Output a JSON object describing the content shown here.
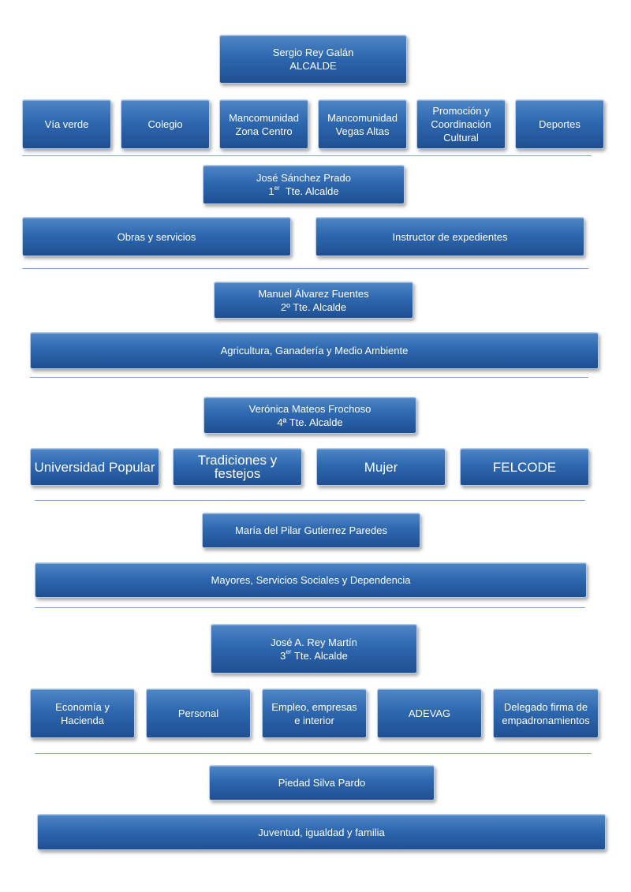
{
  "sections": [
    {
      "head": [
        "Sergio Rey Galán",
        "ALCALDE"
      ],
      "items": [
        "Vía verde",
        "Colegio",
        "Mancomunidad Zona Centro",
        "Mancomunidad Vegas Altas",
        "Promoción y Coordinación Cultural",
        "Deportes"
      ]
    },
    {
      "head": [
        "José Sánchez Prado",
        "1",
        "er",
        "Tte. Alcalde"
      ],
      "items": [
        "Obras y servicios",
        "Instructor de expedientes"
      ]
    },
    {
      "head": [
        "Manuel Álvarez Fuentes",
        "2º Tte. Alcalde"
      ],
      "items": [
        "Agricultura, Ganadería y Medio Ambiente"
      ]
    },
    {
      "head": [
        "Verónica Mateos Frochoso",
        "4ª Tte. Alcalde"
      ],
      "items": [
        "Universidad Popular",
        "Tradiciones y festejos",
        "Mujer",
        "FELCODE"
      ]
    },
    {
      "head": [
        "María del Pilar Gutierrez Paredes"
      ],
      "items": [
        "Mayores, Servicios Sociales y Dependencia"
      ]
    },
    {
      "head": [
        "José A. Rey Martín",
        "3",
        "er",
        "Tte. Alcalde"
      ],
      "items": [
        "Economía y Hacienda",
        "Personal",
        "Empleo, empresas e interior",
        "ADEVAG",
        "Delegado firma de empadronamientos"
      ]
    },
    {
      "head": [
        "Piedad Silva Pardo"
      ],
      "items": [
        "Juventud, igualdad y familia"
      ]
    }
  ]
}
